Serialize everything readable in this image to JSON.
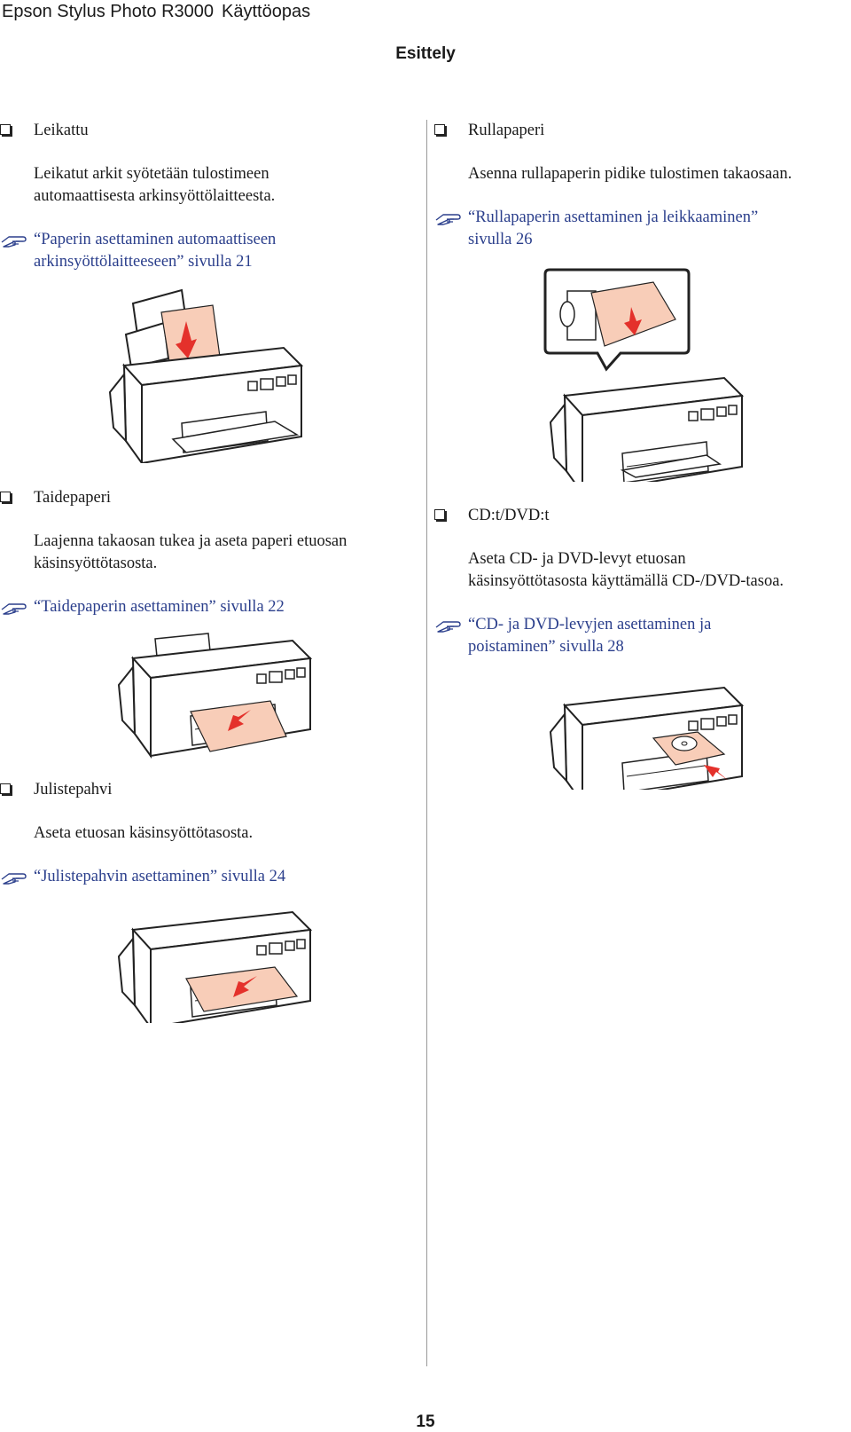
{
  "header": {
    "product": "Epson Stylus Photo R3000",
    "manual": "Käyttöopas",
    "section": "Esittely"
  },
  "page_number": "15",
  "items": {
    "leikattu": {
      "title": "Leikattu",
      "body": "Leikatut arkit syötetään tulostimeen automaattisesta arkinsyöttölaitteesta.",
      "link_line1": "“Paperin asettaminen automaattiseen",
      "link_line2": "arkinsyöttölaitteeseen” sivulla 21"
    },
    "rullapaperi": {
      "title": "Rullapaperi",
      "body": "Asenna rullapaperin pidike tulostimen takaosaan.",
      "link_line1": "“Rullapaperin asettaminen ja leikkaaminen”",
      "link_line2": "sivulla 26"
    },
    "taidepaperi": {
      "title": "Taidepaperi",
      "body_line1": "Laajenna takaosan tukea ja aseta paperi etuosan",
      "body_line2": "käsinsyöttötasosta.",
      "link_line1": "“Taidepaperin asettaminen” sivulla 22"
    },
    "cddvd": {
      "title": "CD:t/DVD:t",
      "body_line1": "Aseta CD- ja DVD-levyt etuosan",
      "body_line2": "käsinsyöttötasosta käyttämällä CD-/DVD-tasoa.",
      "link_line1": "“CD- ja DVD-levyjen asettaminen ja",
      "link_line2": "poistaminen” sivulla 28"
    },
    "julistepahvi": {
      "title": "Julistepahvi",
      "body": "Aseta etuosan käsinsyöttötasosta.",
      "link_line1": "“Julistepahvin asettaminen” sivulla 24"
    }
  },
  "colors": {
    "link": "#2b3f8c",
    "paper": "#f8cdb8",
    "arrow": "#e4312b"
  }
}
